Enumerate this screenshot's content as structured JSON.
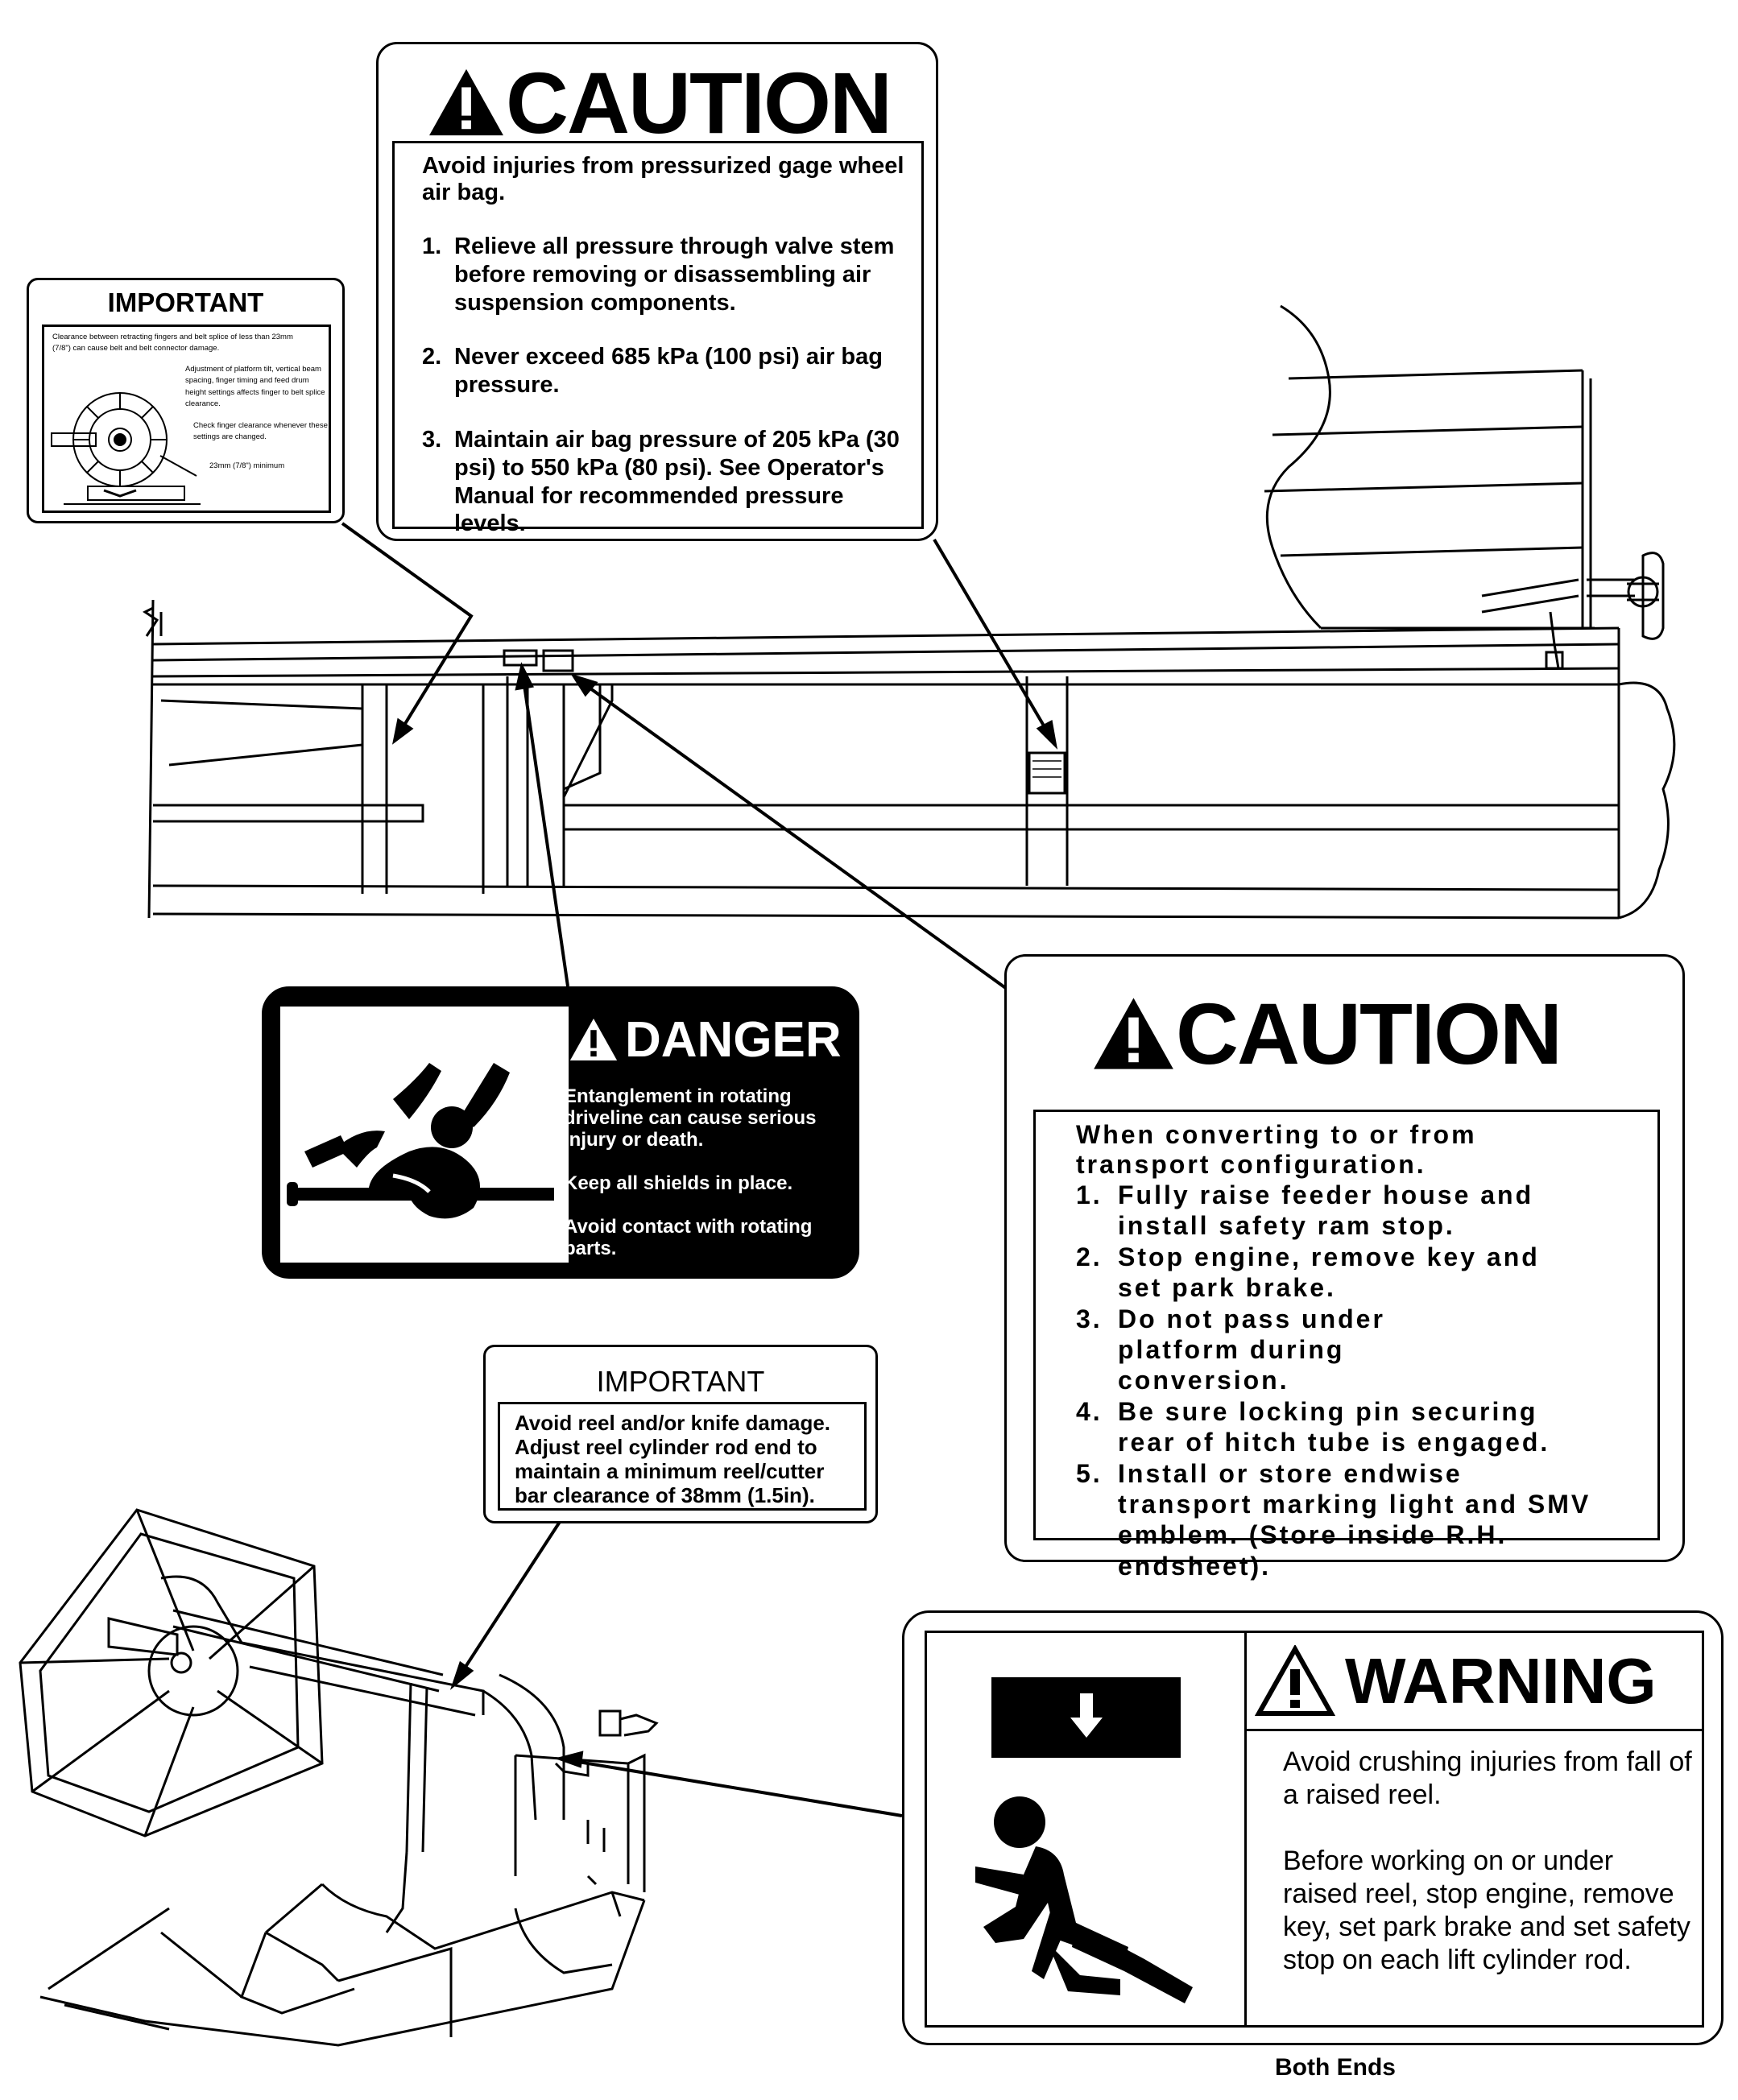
{
  "important_top": {
    "title": "IMPORTANT",
    "line1": "Clearance between retracting fingers and belt splice of less than 23mm (7/8\") can cause belt and belt connector damage.",
    "line2": "Adjustment of platform tilt, vertical beam spacing, finger timing and feed drum height settings affects finger to belt splice clearance.",
    "line3": "Check finger clearance whenever these settings are changed.",
    "dim": "23mm (7/8\") minimum"
  },
  "caution_top": {
    "title": "CAUTION",
    "intro": "Avoid injuries from pressurized gage wheel air bag.",
    "steps": [
      {
        "n": "1.",
        "t": "Relieve all pressure through valve stem before removing or disassembling air suspension components."
      },
      {
        "n": "2.",
        "t": "Never exceed 685 kPa (100 psi) air bag pressure."
      },
      {
        "n": "3.",
        "t": "Maintain air bag pressure of 205 kPa (30 psi) to 550 kPa (80 psi).  See Operator's Manual for recommended pressure levels."
      }
    ]
  },
  "danger": {
    "title": "DANGER",
    "p1": "Entanglement in rotating driveline can cause serious injury or death.",
    "p2": "Keep all shields in place.",
    "p3": "Avoid contact with rotating parts."
  },
  "caution_right": {
    "title": "CAUTION",
    "intro": "When converting to or from transport configuration.",
    "steps": [
      {
        "n": "1.",
        "t": "Fully raise feeder house and install safety ram stop."
      },
      {
        "n": "2.",
        "t": "Stop engine, remove key and set park brake."
      },
      {
        "n": "3.",
        "t": "Do not pass under platform during conversion."
      },
      {
        "n": "4.",
        "t": "Be sure locking pin securing rear of hitch tube is engaged."
      },
      {
        "n": "5.",
        "t": "Install or store endwise transport marking light and SMV emblem. (Store inside R.H. endsheet)."
      }
    ]
  },
  "important_mid": {
    "title": "IMPORTANT",
    "body": "Avoid reel and/or knife damage. Adjust reel cylinder rod end to maintain a minimum reel/cutter bar clearance of 38mm (1.5in)."
  },
  "warning": {
    "title": "WARNING",
    "p1": "Avoid crushing injuries from fall of a raised reel.",
    "p2": "Before working on or under raised reel, stop engine, remove key, set park brake and set safety stop on each lift cylinder rod."
  },
  "footer": {
    "both_ends": "Both Ends"
  },
  "icons": [
    "warning-triangle-icon",
    "entanglement-pictogram-icon",
    "crush-hazard-pictogram-icon",
    "down-arrow-icon"
  ]
}
